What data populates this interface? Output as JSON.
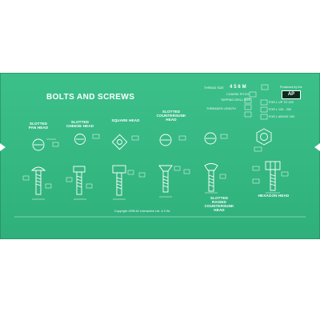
{
  "title": "BOLTS AND SCREWS",
  "labels": {
    "slotted_pan_head": [
      "SLOTTED",
      "PAN HEAD"
    ],
    "slotted_cheese_head": [
      "SLOTTED",
      "CHEESE HEAD"
    ],
    "square_head": "SQUARE HEAD",
    "slotted_countersunk_head": [
      "SLOTTED",
      "COUNTERSUNK",
      "HEAD"
    ],
    "slotted_raised_countersunk_head": [
      "SLOTTED",
      "RAISED",
      "COUNTERSUNK HEAD"
    ],
    "hexagon_head": "HEXAGON HEAD"
  },
  "thread_table": {
    "row1": "THREAD SIZE",
    "sizes": "4 5 6 M",
    "row2": "COARSE PITCH",
    "row3": "TAPPING DRILL SIZE",
    "row4": "THREADED LENGTH",
    "for_rows": [
      "FOR L UP TO 125",
      "FOR L 125 - 200",
      "FOR L ABOVE 200"
    ]
  },
  "brand": {
    "caption": "Produced by the",
    "logo": "AP"
  },
  "copyright": "Copyright 1998 A1 Interactive Ltd. & H.M.",
  "colors": {
    "panel": "#33b882",
    "panel_dark": "#228a5e",
    "ink": "#ffffff",
    "background": "#ffffff"
  }
}
